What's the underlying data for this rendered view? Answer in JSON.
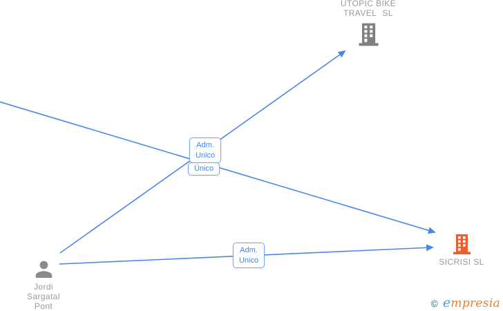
{
  "nodes": {
    "utopic_bike_travel": {
      "name_line1": "UTOPIC BIKE",
      "name_line2": "TRAVEL SL"
    },
    "sicrisi": {
      "name": "SICRISI SL"
    },
    "jordi_sargatal_pont": {
      "name_line1": "Jordi",
      "name_line2": "Sargatal",
      "name_line3": "Pont"
    }
  },
  "edges": {
    "jordi_to_utopic": {
      "label_line1": "Adm.",
      "label_line2": "Unico"
    },
    "left_to_sicrisi": {
      "label": "Único"
    },
    "jordi_to_sicrisi": {
      "label_line1": "Adm.",
      "label_line2": "Unico"
    }
  },
  "watermark": {
    "copyright_symbol": "©",
    "brand_first_letter": "e",
    "brand_rest": "mpresia"
  },
  "colors": {
    "edge_blue": "#4a86e8",
    "edge_label_text": "#4285f4",
    "edge_label_border": "#7da7f0",
    "node_label_gray": "#9a9a9a",
    "icon_gray": "#7f7f7f",
    "icon_orange": "#f45b2c",
    "watermark_teal": "#2a6e74",
    "watermark_blue": "#3fa8d9",
    "watermark_orange": "#ef7f2a"
  }
}
